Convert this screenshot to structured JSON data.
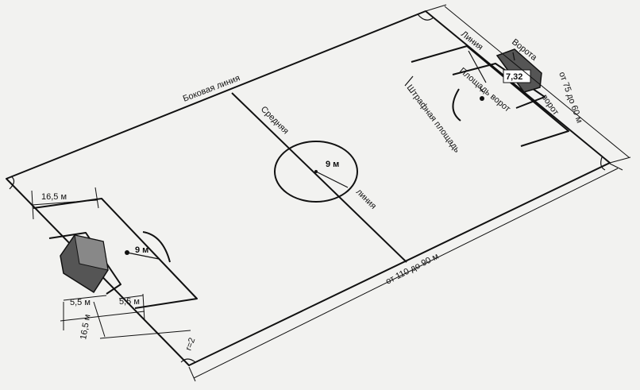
{
  "diagram": {
    "labels": {
      "side_line": "Боковая линия",
      "middle_1": "Средняя",
      "middle_2": "линия",
      "center_radius": "9 м",
      "penalty_width": "16,5 м",
      "penalty_depth": "16,5 м",
      "goal_area_1": "5,5 м",
      "goal_area_2": "5,5 м",
      "penalty_arc_radius": "9 м",
      "length": "от 110 до 90 м",
      "width": "от 75 до 60 м",
      "goal_line_1": "Линия",
      "goal_line_2": "ворот",
      "goals": "Ворота",
      "goal_size": "7,32",
      "goal_area_name": "Площадь ворот",
      "penalty_area_name": "Штрафная площадь",
      "corner_radius": "r=2"
    }
  }
}
